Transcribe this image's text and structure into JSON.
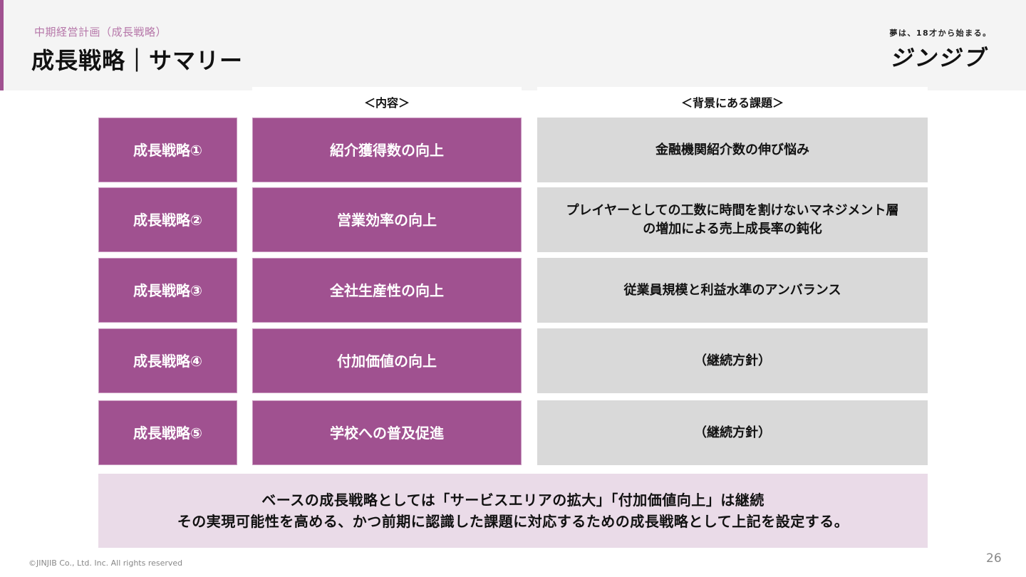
{
  "header": {
    "subtitle": "中期経営計画（成長戦略）",
    "title": "成長戦略｜サマリー"
  },
  "brand": {
    "tagline": "夢は、18才から始まる。",
    "logo": "ジンジブ"
  },
  "columns": {
    "content": "＜内容＞",
    "issue": "＜背景にある課題＞"
  },
  "rows": [
    {
      "label": "成長戦略①",
      "content": "紹介獲得数の向上",
      "issue": "金融機関紹介数の伸び悩み"
    },
    {
      "label": "成長戦略②",
      "content": "営業効率の向上",
      "issue": "プレイヤーとしての工数に時間を割けないマネジメント層\nの増加による売上成長率の鈍化"
    },
    {
      "label": "成長戦略③",
      "content": "全社生産性の向上",
      "issue": "従業員規模と利益水準のアンバランス"
    },
    {
      "label": "成長戦略④",
      "content": "付加価値の向上",
      "issue": "（継続方針）"
    },
    {
      "label": "成長戦略⑤",
      "content": "学校への普及促進",
      "issue": "（継続方針）"
    }
  ],
  "summary": {
    "line1": "ベースの成長戦略としては「サービスエリアの拡大」「付加価値向上」は継続",
    "line2": "その実現可能性を高める、かつ前期に認識した課題に対応するための成長戦略として上記を設定する。"
  },
  "footer": {
    "copyright": "©JINJIB Co., Ltd. Inc. All rights reserved",
    "page_number": "26"
  },
  "colors": {
    "accent": "#a05190",
    "issue_bg": "#d9d9d9",
    "summary_bg": "#eadbe8",
    "header_bg": "#f4f4f4"
  }
}
